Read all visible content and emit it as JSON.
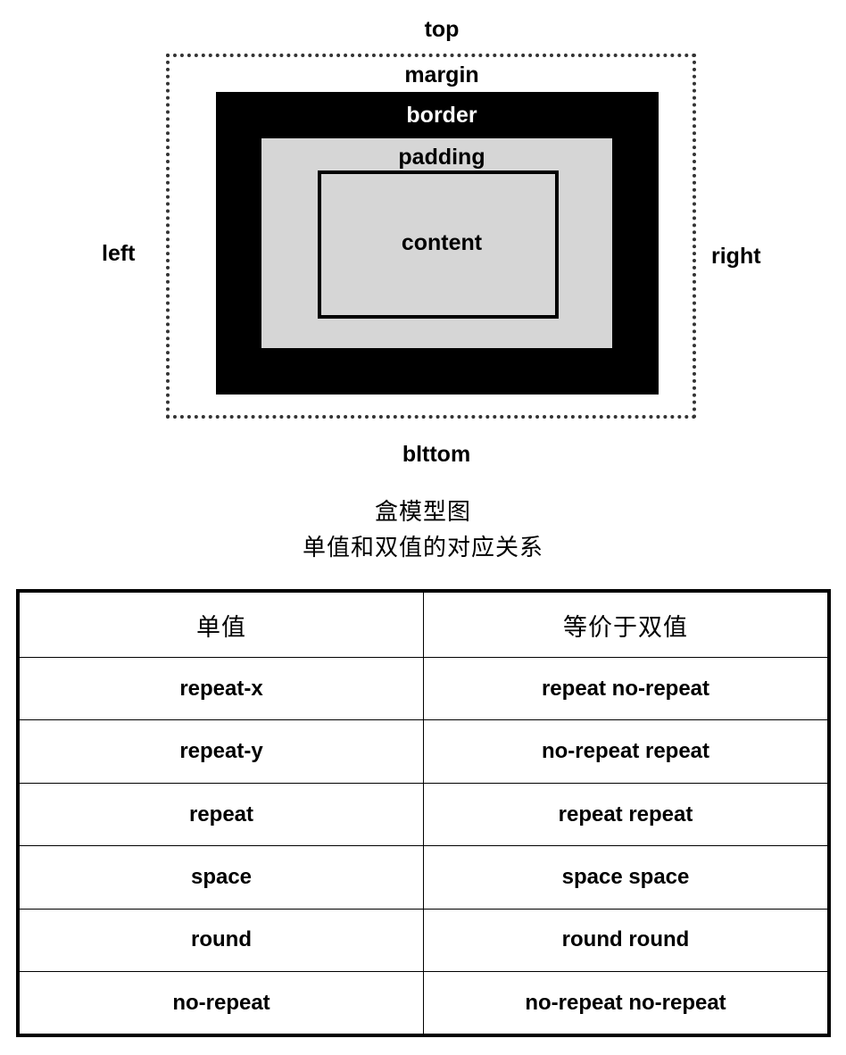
{
  "diagram": {
    "labels": {
      "top": "top",
      "bottom": "blttom",
      "left": "left",
      "right": "right",
      "margin": "margin",
      "border": "border",
      "padding": "padding",
      "content": "content"
    },
    "caption": "盒模型图"
  },
  "table": {
    "title": "单值和双值的对应关系",
    "headers": [
      "单值",
      "等价于双值"
    ],
    "rows": [
      [
        "repeat-x",
        "repeat no-repeat"
      ],
      [
        "repeat-y",
        "no-repeat repeat"
      ],
      [
        "repeat",
        "repeat repeat"
      ],
      [
        "space",
        "space space"
      ],
      [
        "round",
        "round round"
      ],
      [
        "no-repeat",
        "no-repeat no-repeat"
      ]
    ]
  }
}
